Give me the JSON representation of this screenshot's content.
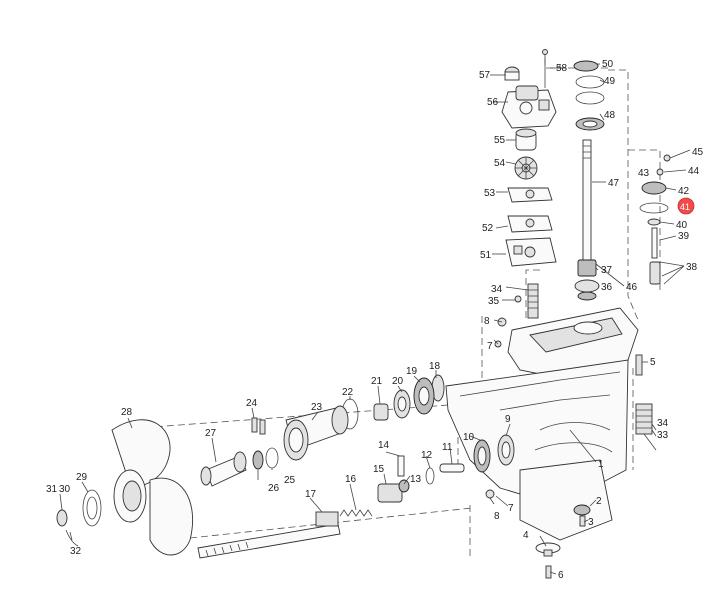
{
  "diagram": {
    "highlight_color": "#f04a4a",
    "highlighted_label": "41",
    "labels": [
      {
        "id": "p1",
        "text": "1"
      },
      {
        "id": "p2",
        "text": "2"
      },
      {
        "id": "p3",
        "text": "3"
      },
      {
        "id": "p4",
        "text": "4"
      },
      {
        "id": "p5",
        "text": "5"
      },
      {
        "id": "p6",
        "text": "6"
      },
      {
        "id": "p7a",
        "text": "7"
      },
      {
        "id": "p7b",
        "text": "7"
      },
      {
        "id": "p8a",
        "text": "8"
      },
      {
        "id": "p8b",
        "text": "8"
      },
      {
        "id": "p9",
        "text": "9"
      },
      {
        "id": "p10",
        "text": "10"
      },
      {
        "id": "p11",
        "text": "11"
      },
      {
        "id": "p12",
        "text": "12"
      },
      {
        "id": "p13",
        "text": "13"
      },
      {
        "id": "p14",
        "text": "14"
      },
      {
        "id": "p15",
        "text": "15"
      },
      {
        "id": "p16",
        "text": "16"
      },
      {
        "id": "p17",
        "text": "17"
      },
      {
        "id": "p18",
        "text": "18"
      },
      {
        "id": "p19",
        "text": "19"
      },
      {
        "id": "p20",
        "text": "20"
      },
      {
        "id": "p21",
        "text": "21"
      },
      {
        "id": "p22",
        "text": "22"
      },
      {
        "id": "p23",
        "text": "23"
      },
      {
        "id": "p24",
        "text": "24"
      },
      {
        "id": "p25",
        "text": "25"
      },
      {
        "id": "p26",
        "text": "26"
      },
      {
        "id": "p27",
        "text": "27"
      },
      {
        "id": "p28",
        "text": "28"
      },
      {
        "id": "p29",
        "text": "29"
      },
      {
        "id": "p30",
        "text": "30"
      },
      {
        "id": "p31",
        "text": "31"
      },
      {
        "id": "p32",
        "text": "32"
      },
      {
        "id": "p33",
        "text": "33"
      },
      {
        "id": "p34a",
        "text": "34"
      },
      {
        "id": "p34b",
        "text": "34"
      },
      {
        "id": "p35",
        "text": "35"
      },
      {
        "id": "p36",
        "text": "36"
      },
      {
        "id": "p37",
        "text": "37"
      },
      {
        "id": "p38",
        "text": "38"
      },
      {
        "id": "p39",
        "text": "39"
      },
      {
        "id": "p40",
        "text": "40"
      },
      {
        "id": "p41",
        "text": "41"
      },
      {
        "id": "p42",
        "text": "42"
      },
      {
        "id": "p43",
        "text": "43"
      },
      {
        "id": "p44",
        "text": "44"
      },
      {
        "id": "p45",
        "text": "45"
      },
      {
        "id": "p46",
        "text": "46"
      },
      {
        "id": "p47",
        "text": "47"
      },
      {
        "id": "p48",
        "text": "48"
      },
      {
        "id": "p49",
        "text": "49"
      },
      {
        "id": "p50",
        "text": "50"
      },
      {
        "id": "p51",
        "text": "51"
      },
      {
        "id": "p52",
        "text": "52"
      },
      {
        "id": "p53",
        "text": "53"
      },
      {
        "id": "p54",
        "text": "54"
      },
      {
        "id": "p55",
        "text": "55"
      },
      {
        "id": "p56",
        "text": "56"
      },
      {
        "id": "p57",
        "text": "57"
      },
      {
        "id": "p58",
        "text": "58"
      }
    ]
  }
}
